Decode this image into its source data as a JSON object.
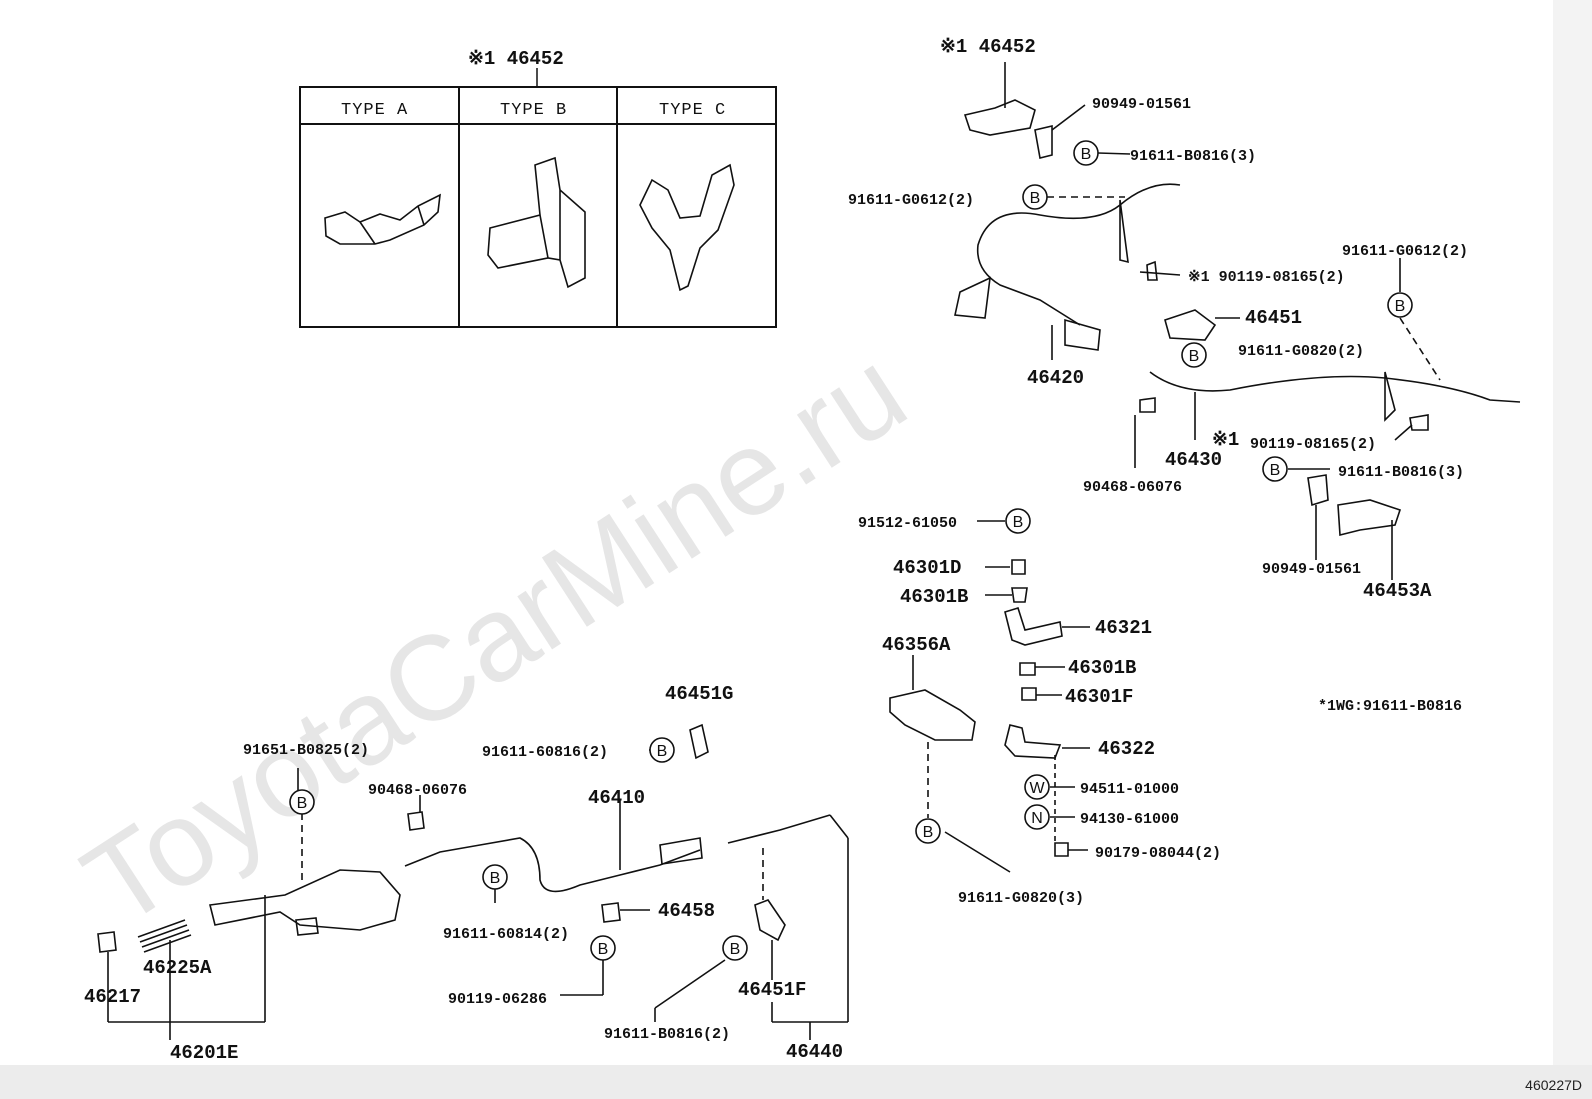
{
  "watermark": "ToyotaCarMine.ru",
  "diagram_code": "460227D",
  "note": "*1WG:91611-B0816",
  "type_table": {
    "header": "※1 46452",
    "types": [
      "TYPE A",
      "TYPE B",
      "TYPE C"
    ]
  },
  "labels": {
    "p46452": "※1 46452",
    "p90949a": "90949-01561",
    "p91611b0816_3a": "91611-B0816(3)",
    "p91611g0612_2a": "91611-G0612(2)",
    "p90119_08165a": "※1 90119-08165(2)",
    "p91611g0612_2b": "91611-G0612(2)",
    "p46451": "46451",
    "p91611g0820_2": "91611-G0820(2)",
    "p46420": "46420",
    "p46430": "46430",
    "p90119_08165b_mark": "※1",
    "p90119_08165b": "90119-08165(2)",
    "p91611b0816_3b": "91611-B0816(3)",
    "p90468a": "90468-06076",
    "p90949b": "90949-01561",
    "p46453A": "46453A",
    "p91512": "91512-61050",
    "p46301D": "46301D",
    "p46301B_a": "46301B",
    "p46321": "46321",
    "p46356A": "46356A",
    "p46301B_b": "46301B",
    "p46301F": "46301F",
    "p46322": "46322",
    "p94511": "94511-01000",
    "p94130": "94130-61000",
    "p90179": "90179-08044(2)",
    "p91611g0820_3": "91611-G0820(3)",
    "p46451G": "46451G",
    "p91611_60816": "91611-60816(2)",
    "p91651": "91651-B0825(2)",
    "p90468b": "90468-06076",
    "p46410": "46410",
    "p46458": "46458",
    "p91611_60814": "91611-60814(2)",
    "p90119_06286": "90119-06286",
    "p91611b0816_2": "91611-B0816(2)",
    "p46451F": "46451F",
    "p46440": "46440",
    "p46225A": "46225A",
    "p46217": "46217",
    "p46201E": "46201E"
  },
  "circle_marks": {
    "B": "B",
    "W": "W",
    "N": "N"
  }
}
